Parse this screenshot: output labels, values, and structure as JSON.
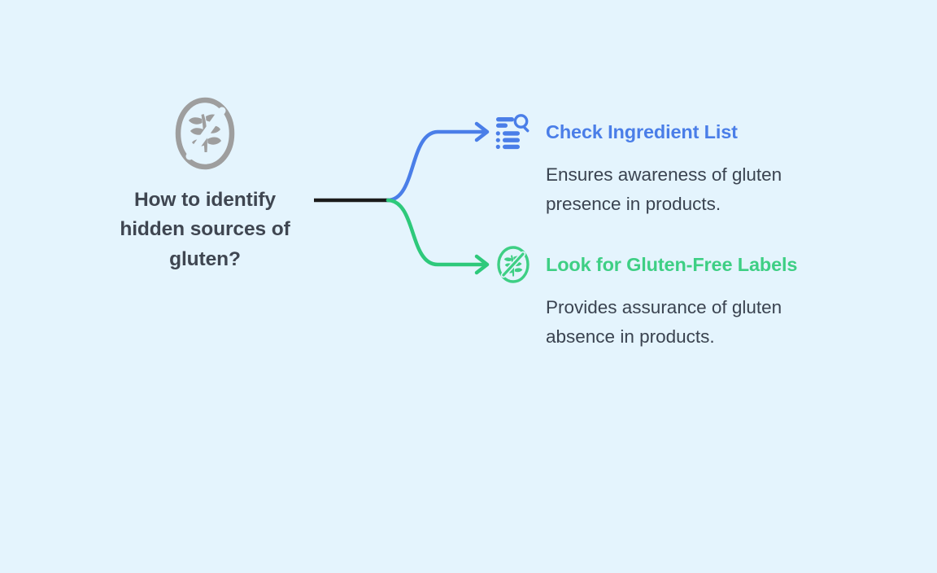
{
  "diagram": {
    "type": "mind-map",
    "background_color": "#e4f4fd",
    "root": {
      "label": "How to identify hidden sources of gluten?",
      "label_lines": [
        "How to identify",
        "hidden sources of",
        "gluten?"
      ],
      "icon": "no-gluten-icon",
      "icon_color": "#9e9e9e",
      "text_color": "#3f4651"
    },
    "branches": [
      {
        "id": "check-ingredient-list",
        "title": "Check Ingredient List",
        "description": "Ensures awareness of gluten presence in products.",
        "icon": "list-search-icon",
        "color": "#4a7ee8",
        "connector_color": "#4a7ee8",
        "text_color": "#3a4350"
      },
      {
        "id": "look-for-gluten-free-labels",
        "title": "Look for Gluten-Free Labels",
        "description": "Provides assurance of gluten absence in products.",
        "icon": "gluten-free-badge-icon",
        "color": "#3ecf84",
        "connector_color": "#2ec97b",
        "text_color": "#3a4350"
      }
    ],
    "stem": {
      "color": "#1b1b1b"
    }
  }
}
